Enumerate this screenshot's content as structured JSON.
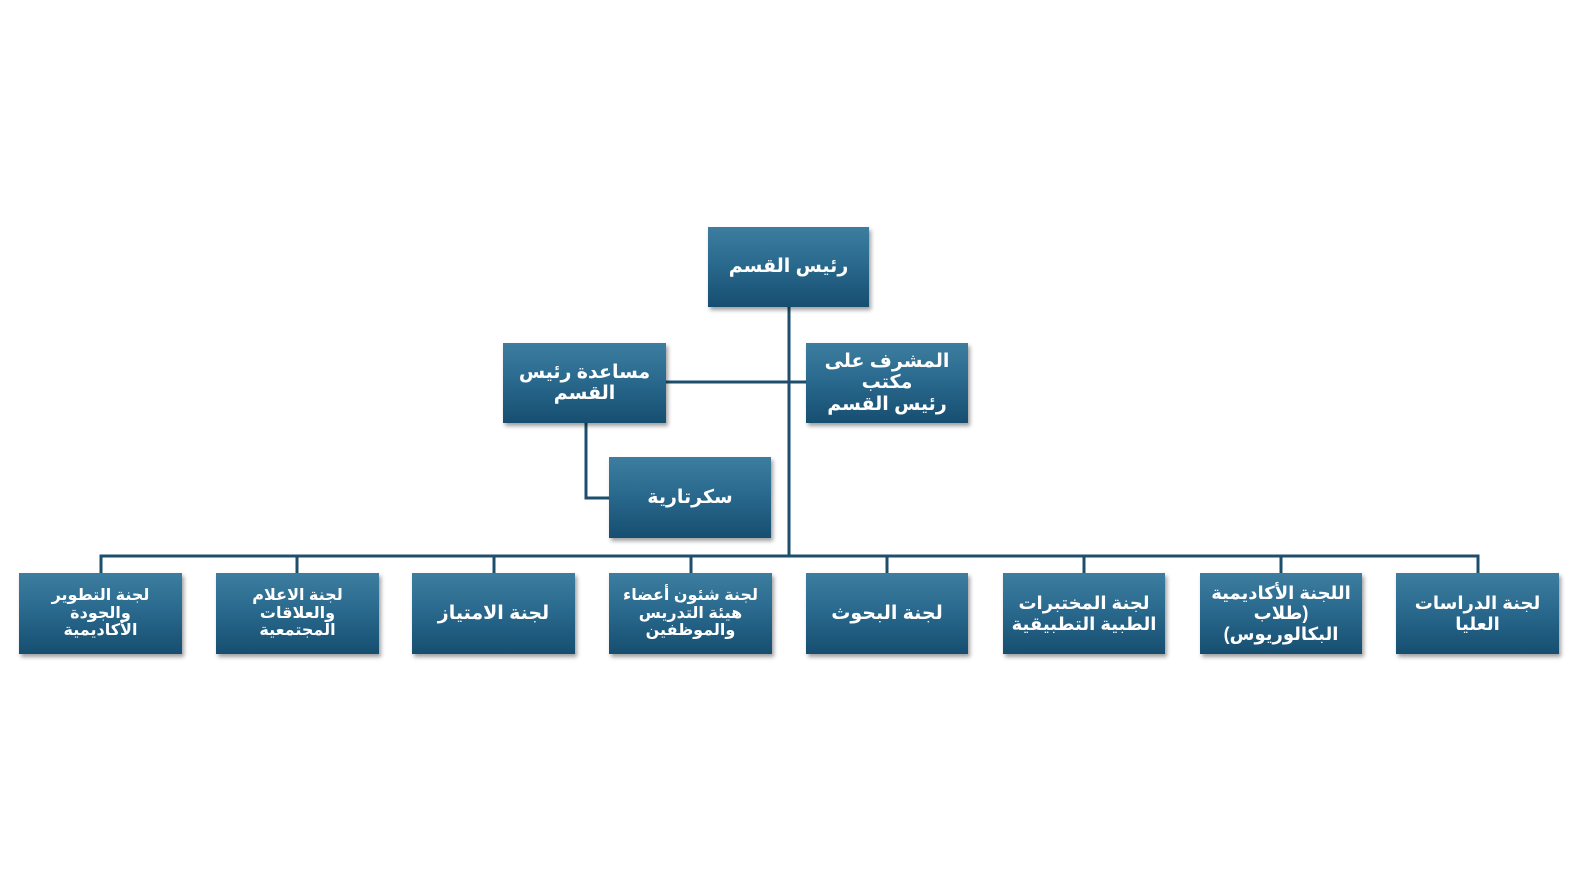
{
  "org_chart": {
    "head": {
      "label": "رئيس القسم"
    },
    "assistant": {
      "label": "مساعدة رئيس\nالقسم"
    },
    "office_supervisor": {
      "label": "المشرف على مكتب\nرئيس القسم"
    },
    "secretariat": {
      "label": "سكرتارية"
    },
    "committees": [
      {
        "label": "لجنة التطوير والجودة\nالأكاديمية"
      },
      {
        "label": "لجنة الاعلام والعلاقات\nالمجتمعية"
      },
      {
        "label": "لجنة الامتياز"
      },
      {
        "label": "لجنة شئون أعضاء\nهيئة التدريس\nوالموظفين"
      },
      {
        "label": "لجنة البحوث"
      },
      {
        "label": "لجنة المختبرات\nالطبية التطبيقية"
      },
      {
        "label": "اللجنة الأكاديمية\n(طلاب\nالبكالوريوس)"
      },
      {
        "label": "لجنة الدراسات\nالعليا"
      }
    ]
  },
  "colors": {
    "box_top": "#3d7da0",
    "box_bottom": "#164e70",
    "connector": "#1d4f6c",
    "text": "#ffffff"
  }
}
